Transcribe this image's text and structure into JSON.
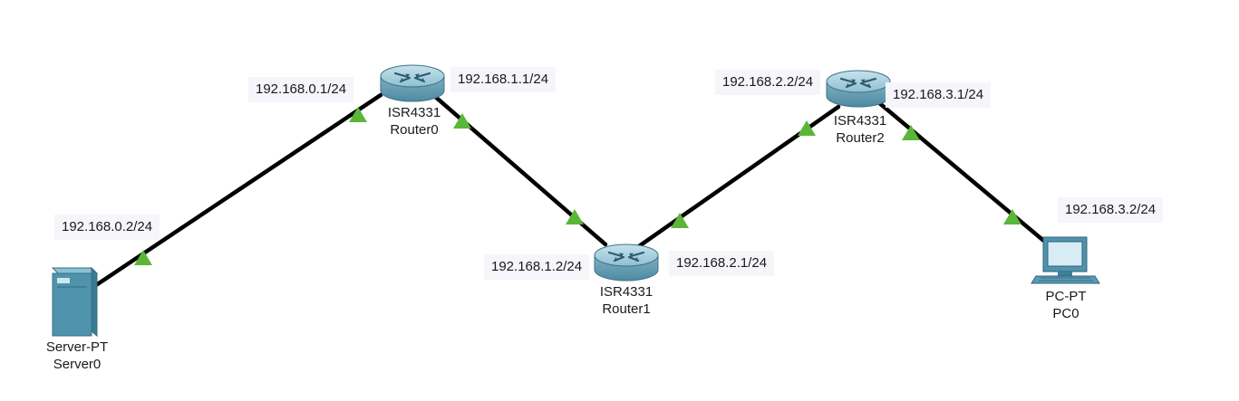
{
  "devices": {
    "server0": {
      "model": "Server-PT",
      "name": "Server0"
    },
    "router0": {
      "model": "ISR4331",
      "name": "Router0"
    },
    "router1": {
      "model": "ISR4331",
      "name": "Router1"
    },
    "router2": {
      "model": "ISR4331",
      "name": "Router2"
    },
    "pc0": {
      "model": "PC-PT",
      "name": "PC0"
    }
  },
  "ip_labels": {
    "server0": "192.168.0.2/24",
    "router0_left": "192.168.0.1/24",
    "router0_right": "192.168.1.1/24",
    "router1_left": "192.168.1.2/24",
    "router1_right": "192.168.2.1/24",
    "router2_left": "192.168.2.2/24",
    "router2_right": "192.168.3.1/24",
    "pc0": "192.168.3.2/24"
  },
  "colors": {
    "link": "#000000",
    "link_up_indicator": "#5bb638",
    "router_body": "#6fa3b8",
    "device_body": "#4f93ad",
    "label_background": "#f5f5fa"
  },
  "icons": {
    "router": "router-icon",
    "server": "server-icon",
    "pc": "pc-icon",
    "link_status": "link-up-triangle-icon"
  }
}
